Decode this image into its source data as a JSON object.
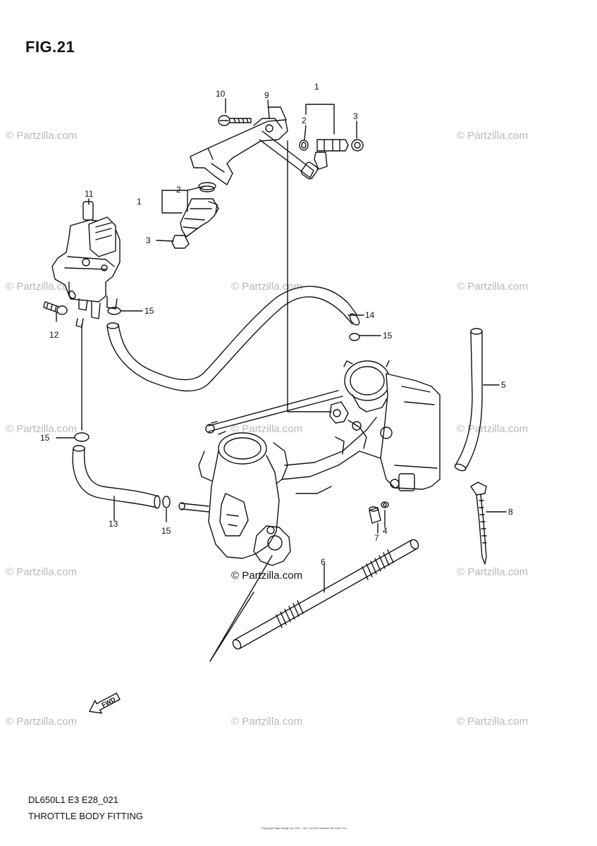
{
  "figure": {
    "title": "FIG.21",
    "model_code": "DL650L1 E3 E28_021",
    "caption": "THROTTLE BODY FITTING",
    "fwd_label": "FWD",
    "credit": "© Partzilla.com",
    "fine_print": "Copyright Page design (c) 2001 - 2017 by ARI Network Services, Inc."
  },
  "watermark": "© Partzilla.com",
  "callouts": [
    {
      "id": "c10",
      "label": "10"
    },
    {
      "id": "c9",
      "label": "9"
    },
    {
      "id": "c1a",
      "label": "1"
    },
    {
      "id": "c2a",
      "label": "2"
    },
    {
      "id": "c3a",
      "label": "3"
    },
    {
      "id": "c11",
      "label": "11"
    },
    {
      "id": "c2b",
      "label": "2"
    },
    {
      "id": "c1b",
      "label": "1"
    },
    {
      "id": "c3b",
      "label": "3"
    },
    {
      "id": "c15a",
      "label": "15"
    },
    {
      "id": "c12",
      "label": "12"
    },
    {
      "id": "c14",
      "label": "14"
    },
    {
      "id": "c15b",
      "label": "15"
    },
    {
      "id": "c5",
      "label": "5"
    },
    {
      "id": "c15c",
      "label": "15"
    },
    {
      "id": "c13",
      "label": "13"
    },
    {
      "id": "c15d",
      "label": "15"
    },
    {
      "id": "c8",
      "label": "8"
    },
    {
      "id": "c7",
      "label": "7"
    },
    {
      "id": "c4",
      "label": "4"
    },
    {
      "id": "c6",
      "label": "6"
    }
  ]
}
